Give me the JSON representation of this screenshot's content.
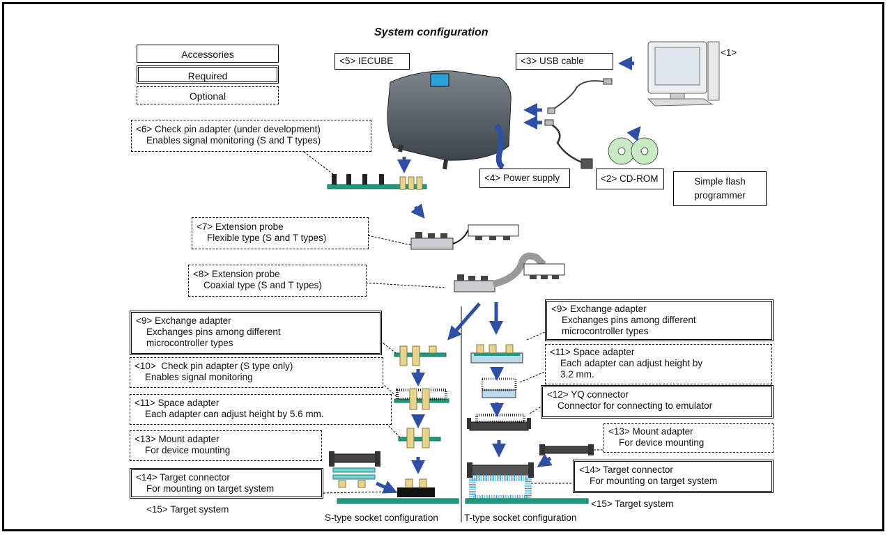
{
  "title": "System configuration",
  "legend": {
    "accessories": "Accessories",
    "required": "Required",
    "optional": "Optional"
  },
  "labels": {
    "pc": "<1>",
    "cdrom": "<2> CD-ROM",
    "usb": "<3> USB cable",
    "power": "<4> Power supply",
    "iecube": "<5> IECUBE",
    "flash": "Simple flash\nprogrammer",
    "check6": "<6> Check pin adapter (under development)\n    Enables signal monitoring (S and T types)",
    "probe7": "<7> Extension probe\n    Flexible type (S and T types)",
    "probe8": "<8> Extension probe\n    Coaxial type (S and T types)",
    "exch9s": "<9> Exchange adapter\n    Exchanges pins among different\n    microcontroller types",
    "exch9t": "<9> Exchange adapter\n    Exchanges pins among different\n    microcontroller types",
    "check10": "<10>  Check pin adapter (S type only)\n    Enables signal monitoring",
    "space11s": "<11> Space adapter\n    Each adapter can adjust height by 5.6 mm.",
    "space11t": "<11> Space adapter\n    Each adapter can adjust height by\n    3.2 mm.",
    "yq12": "<12> YQ connector\n    Connector for connecting to emulator",
    "mount13s": "<13> Mount adapter\n    For device mounting",
    "mount13t": "<13> Mount adapter\n    For device mounting",
    "target14s": "<14> Target connector\n    For mounting on target system",
    "target14t": "<14> Target connector\n    For mounting on target system",
    "system15s": "<15> Target system",
    "system15t": "<15> Target system",
    "stype": "S-type socket configuration",
    "ttype": "T-type socket configuration"
  },
  "colors": {
    "arrow": "#2e4fa3",
    "board": "#1f9a7c",
    "board_dark": "#0d6f59",
    "pin": "#e6d58f",
    "device": "#5e6670"
  }
}
